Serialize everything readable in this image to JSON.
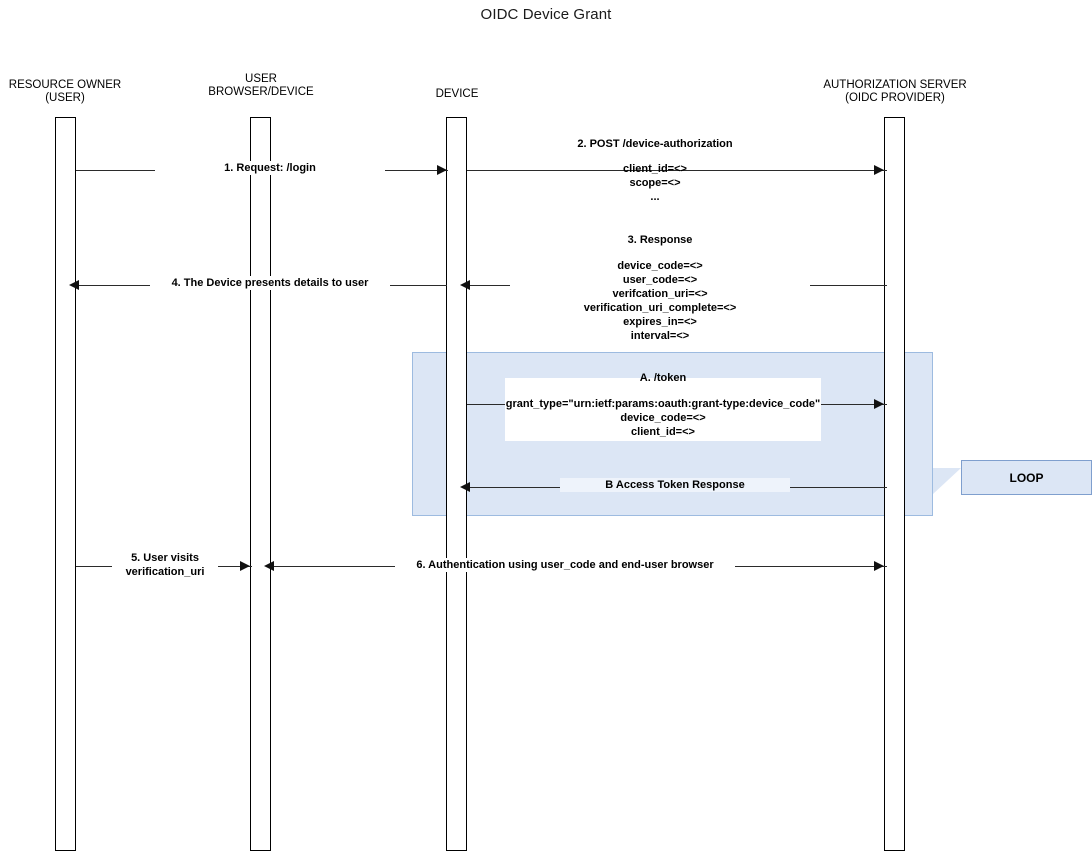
{
  "diagram": {
    "title": "OIDC Device Grant",
    "type": "sequence-diagram"
  },
  "actors": [
    {
      "name": "resource-owner",
      "label": "RESOURCE OWNER\n(USER)"
    },
    {
      "name": "user-browser-device",
      "label": "USER\nBROWSER/DEVICE"
    },
    {
      "name": "device",
      "label": "DEVICE"
    },
    {
      "name": "authorization-server",
      "label": "AUTHORIZATION SERVER\n(OIDC PROVIDER)"
    }
  ],
  "messages": {
    "m1": {
      "label": "1. Request: /login"
    },
    "m2": {
      "label": "2. POST /device-authorization",
      "params": "client_id=<>\nscope=<>\n..."
    },
    "m3": {
      "label": "3. Response",
      "params": "device_code=<>\nuser_code=<>\nverifcation_uri=<>\nverification_uri_complete=<>\nexpires_in=<>\ninterval=<>"
    },
    "m4": {
      "label": "4. The Device presents details to user"
    },
    "mA": {
      "label": "A. /token",
      "params": "grant_type=\"urn:ietf:params:oauth:grant-type:device_code\"\ndevice_code=<>\nclient_id=<>"
    },
    "mB": {
      "label": "B Access Token Response"
    },
    "m5": {
      "label": "5. User visits\nverification_uri"
    },
    "m6": {
      "label": "6. Authentication using user_code and end-user browser"
    }
  },
  "loop": {
    "note_label": "LOOP",
    "fill_color": "#dce6f5",
    "border_color": "#9dbbe0"
  }
}
